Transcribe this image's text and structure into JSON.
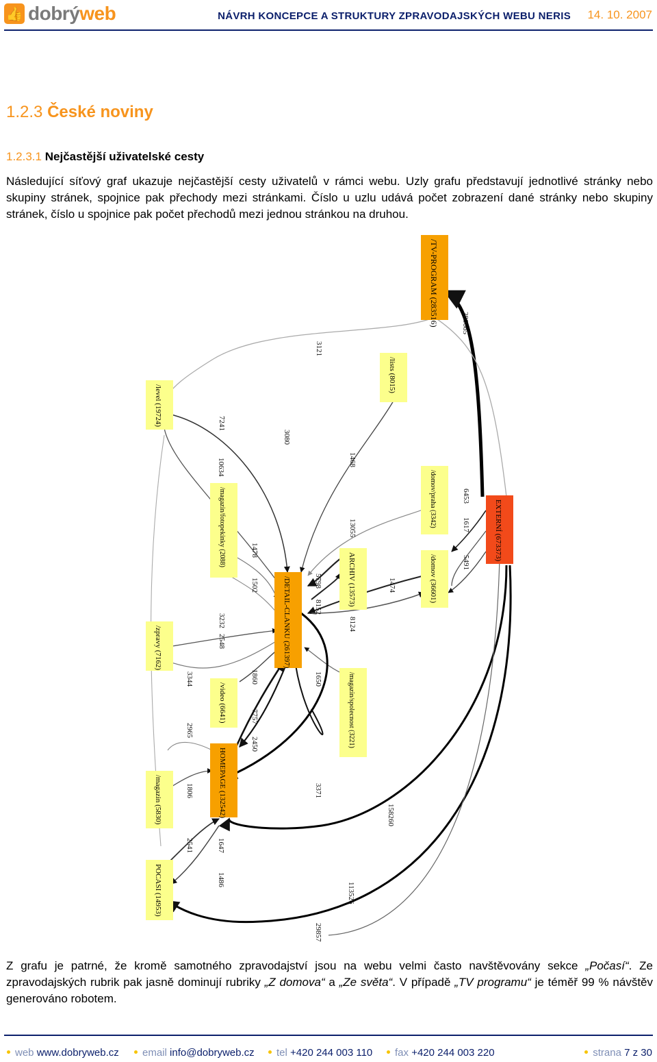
{
  "header": {
    "logo_text_a": "dobrý",
    "logo_text_b": "web",
    "title": "NÁVRH KONCEPCE A STRUKTURY ZPRAVODAJSKÝCH WEBU NERIS",
    "date": "14. 10. 2007"
  },
  "section": {
    "number": "1.2.3",
    "title": "České noviny"
  },
  "subsection": {
    "number": "1.2.3.1",
    "title": "Nejčastější uživatelské cesty"
  },
  "intro_text": "Následující síťový graf ukazuje nejčastější cesty uživatelů v rámci webu. Uzly grafu představují jednotlivé stránky nebo skupiny stránek, spojnice pak přechody mezi stránkami. Číslo u uzlu udává počet zobrazení dané stránky nebo skupiny stránek, číslo u spojnice pak počet přechodů mezi jednou stránkou na druhou.",
  "graph": {
    "nodes": {
      "tvprogram": "/TV-PROGRAM (283516)",
      "levei": "/level (19724)",
      "lists": "/lists (8015)",
      "magazin_pekn": "/magazin/fotopekinky (2088)",
      "domov_praha": "/domov/praha (3342)",
      "externi": "EXTERNÍ (673373)",
      "archiv": "ARCHIV (13573)",
      "detail": "/DETAIL-CLANKU (261397)",
      "domov": "/domov (36601)",
      "zpravy": "/zpravy (7162)",
      "video": "/video (6641)",
      "magazin_spol": "/magazin/spolecnost (3221)",
      "homepage": "HOMEPAGE (132542)",
      "magazin": "/magazin (5830)",
      "pocasi": "POCASI (14953)"
    },
    "edge_labels": [
      "280665",
      "3121",
      "7241",
      "3080",
      "10634",
      "1468",
      "6453",
      "1617",
      "5491",
      "1478",
      "13055",
      "1502",
      "5798",
      "8152",
      "1474",
      "8124",
      "3232",
      "2548",
      "1860",
      "1650",
      "3344",
      "2965",
      "7757",
      "2450",
      "1806",
      "3371",
      "158260",
      "2541",
      "1647",
      "1486",
      "113526",
      "29857"
    ]
  },
  "conclusion": {
    "t1": "Z grafu je patrné, že kromě samotného zpravodajství jsou na webu velmi často navštěvovány sekce ",
    "e1": "„Počasí“",
    "t2": ". Ze zpravodajských rubrik pak jasně dominují rubriky ",
    "e2": "„Z domova“",
    "t3": " a ",
    "e3": "„Ze světa“",
    "t4": ". V případě ",
    "e4": "„TV programu“",
    "t5": " je téměř 99 % návštěv generováno robotem."
  },
  "footer": {
    "web_label": "web",
    "web_value": "www.dobryweb.cz",
    "email_label": "email",
    "email_value": "info@dobryweb.cz",
    "tel_label": "tel",
    "tel_value": "+420 244 003 110",
    "fax_label": "fax",
    "fax_value": "+420 244 003 220",
    "page_label": "strana",
    "page_value": "7 z 30"
  },
  "colors": {
    "accent_orange": "#f7941d",
    "navy": "#0b1f6b",
    "node_yellow": "#fcff8c",
    "node_orange": "#f7a000",
    "node_red": "#f24a1a"
  }
}
